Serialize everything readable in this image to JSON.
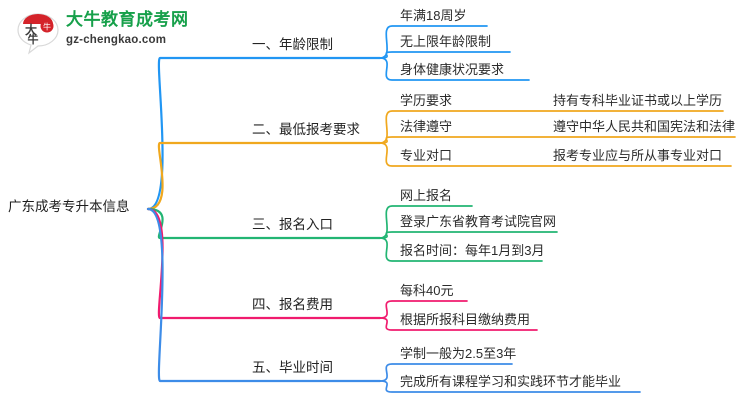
{
  "logo": {
    "name": "daniu-chengkao-logo",
    "title": "大牛教育成考网",
    "subtitle": "gz-chengkao.com",
    "mark_text": "大牛",
    "watermark": "大牛",
    "title_color": "#16a04a",
    "mark_color": "#d4232a"
  },
  "mindmap": {
    "root": {
      "label": "广东成考专升本信息"
    },
    "branches": [
      {
        "id": "age-limit",
        "label": "一、年龄限制",
        "color": "#2196f3",
        "children": [
          {
            "label": "年满18周岁",
            "children": []
          },
          {
            "label": "无上限年龄限制",
            "children": []
          },
          {
            "label": "身体健康状况要求",
            "children": []
          }
        ]
      },
      {
        "id": "minimum-requirements",
        "label": "二、最低报考要求",
        "color": "#f0a81e",
        "children": [
          {
            "label": "学历要求",
            "children": [
              {
                "label": "持有专科毕业证书或以上学历"
              }
            ]
          },
          {
            "label": "法律遵守",
            "children": [
              {
                "label": "遵守中华人民共和国宪法和法律"
              }
            ]
          },
          {
            "label": "专业对口",
            "children": [
              {
                "label": "报考专业应与所从事专业对口"
              }
            ]
          }
        ]
      },
      {
        "id": "registration-entry",
        "label": "三、报名入口",
        "color": "#22b573",
        "children": [
          {
            "label": "网上报名",
            "children": []
          },
          {
            "label": "登录广东省教育考试院官网",
            "children": []
          },
          {
            "label": "报名时间：每年1月到3月",
            "children": []
          }
        ]
      },
      {
        "id": "registration-fee",
        "label": "四、报名费用",
        "color": "#f01b6e",
        "children": [
          {
            "label": "每科40元",
            "children": []
          },
          {
            "label": "根据所报科目缴纳费用",
            "children": []
          }
        ]
      },
      {
        "id": "graduation-time",
        "label": "五、毕业时间",
        "color": "#3d8ce8",
        "children": [
          {
            "label": "学制一般为2.5至3年",
            "children": []
          },
          {
            "label": "完成所有课程学习和实践环节才能毕业",
            "children": []
          }
        ]
      }
    ]
  }
}
